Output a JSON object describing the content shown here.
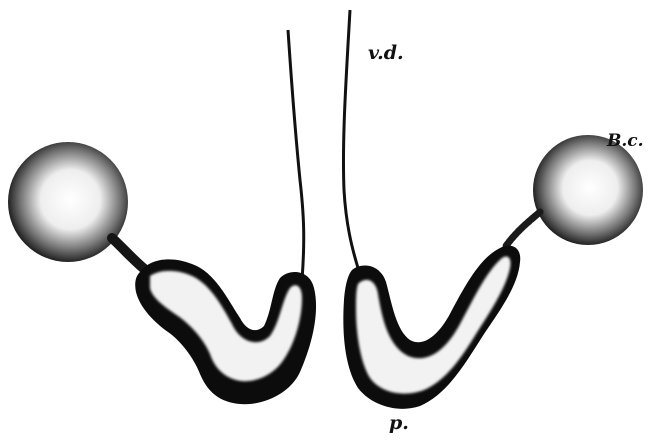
{
  "labels": {
    "vd": "v.d.",
    "bc": "B.c.",
    "p": "p."
  },
  "colors": {
    "ink": "#111111",
    "fill": "#ffffff",
    "background": "#ffffff"
  }
}
